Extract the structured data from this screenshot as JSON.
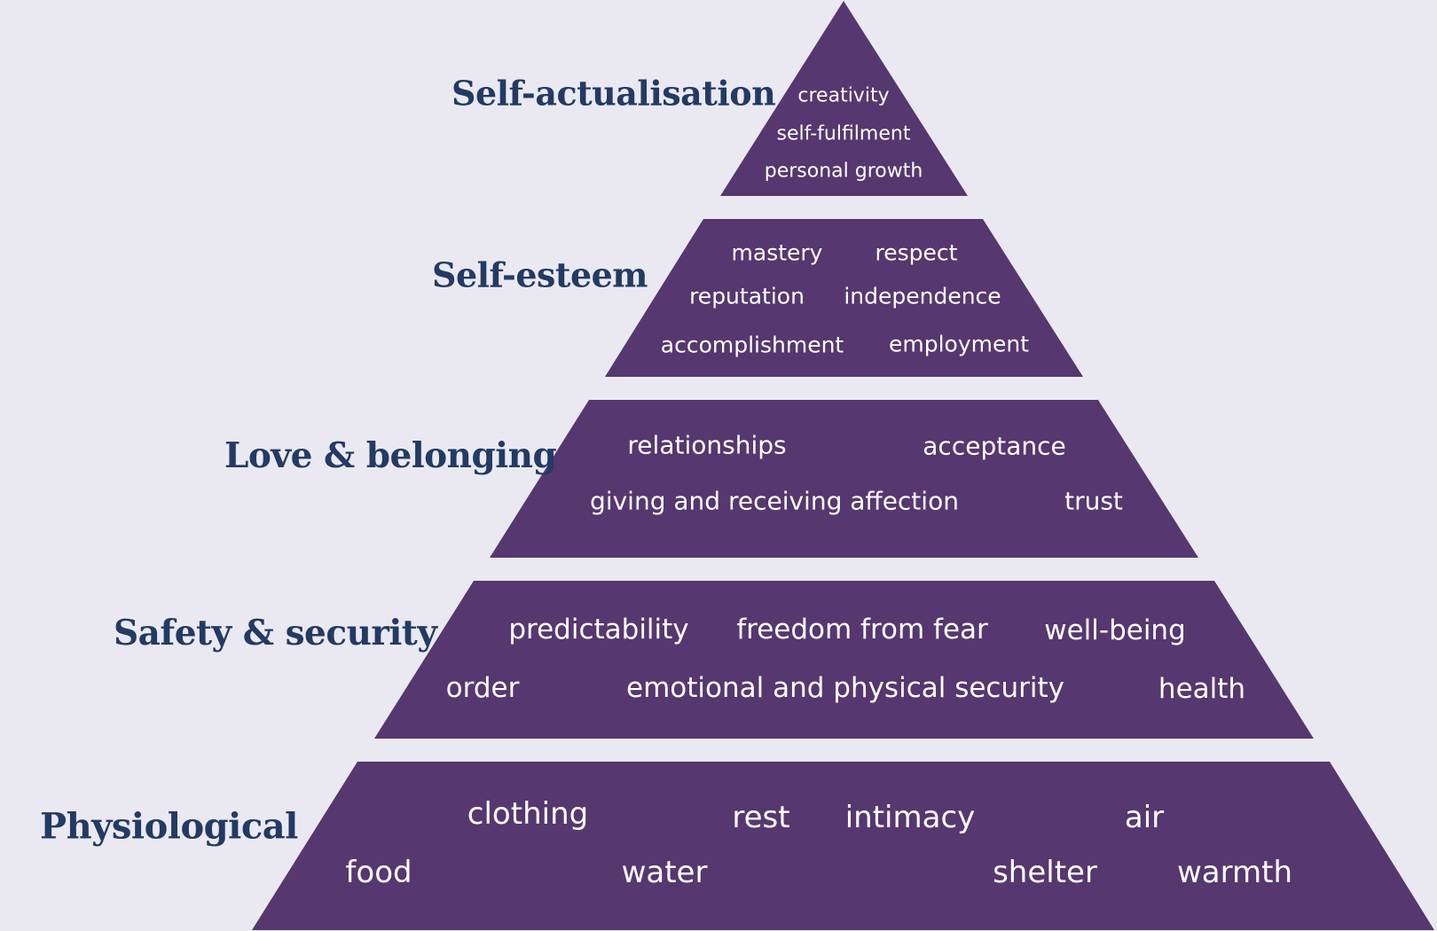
{
  "colors": {
    "background": "#eae9f2",
    "tier_fill": "#56376f",
    "label_text": "#233a63",
    "item_text": "#ffffff"
  },
  "levels": [
    {
      "label": "Self-actualisation",
      "items": [
        "creativity",
        "self-fulfilment",
        "personal growth"
      ]
    },
    {
      "label": "Self-esteem",
      "items": [
        "mastery",
        "respect",
        "reputation",
        "independence",
        "accomplishment",
        "employment"
      ]
    },
    {
      "label": "Love & belonging",
      "items": [
        "relationships",
        "acceptance",
        "giving and receiving affection",
        "trust"
      ]
    },
    {
      "label": "Safety & security",
      "items": [
        "predictability",
        "freedom from fear",
        "well-being",
        "order",
        "emotional and physical security",
        "health"
      ]
    },
    {
      "label": "Physiological",
      "items": [
        "clothing",
        "rest",
        "intimacy",
        "air",
        "food",
        "water",
        "shelter",
        "warmth"
      ]
    }
  ]
}
